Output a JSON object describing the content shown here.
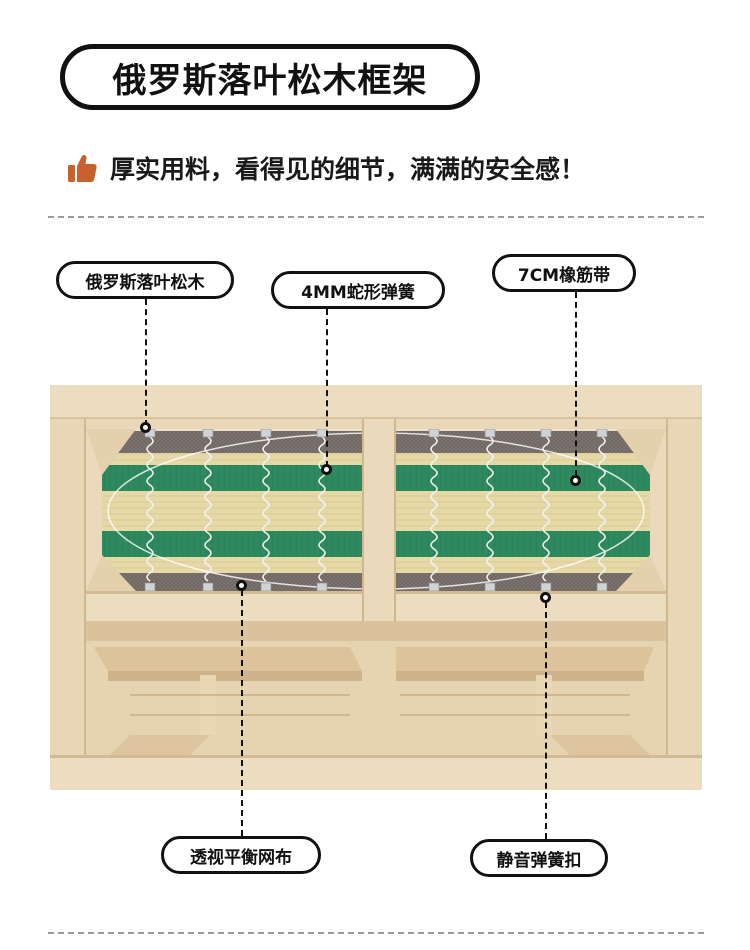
{
  "header": {
    "title": "俄罗斯落叶松木框架",
    "subtitle": "厚实用料，看得见的细节，满满的安全感！"
  },
  "callouts": {
    "larch": "俄罗斯落叶松木",
    "spring": "4MM蛇形弹簧",
    "rubber_band": "7CM橡筋带",
    "mesh": "透视平衡网布",
    "buckle": "静音弹簧扣"
  },
  "icons": [
    "thumbs-up-icon"
  ],
  "colors": {
    "wood": "#ecdcc0",
    "wood_dark": "#d8c29c",
    "green_band": "#2e8a5e",
    "mesh": "#6f6662",
    "straw": "#e8dcae",
    "accent": "#c8612b"
  }
}
